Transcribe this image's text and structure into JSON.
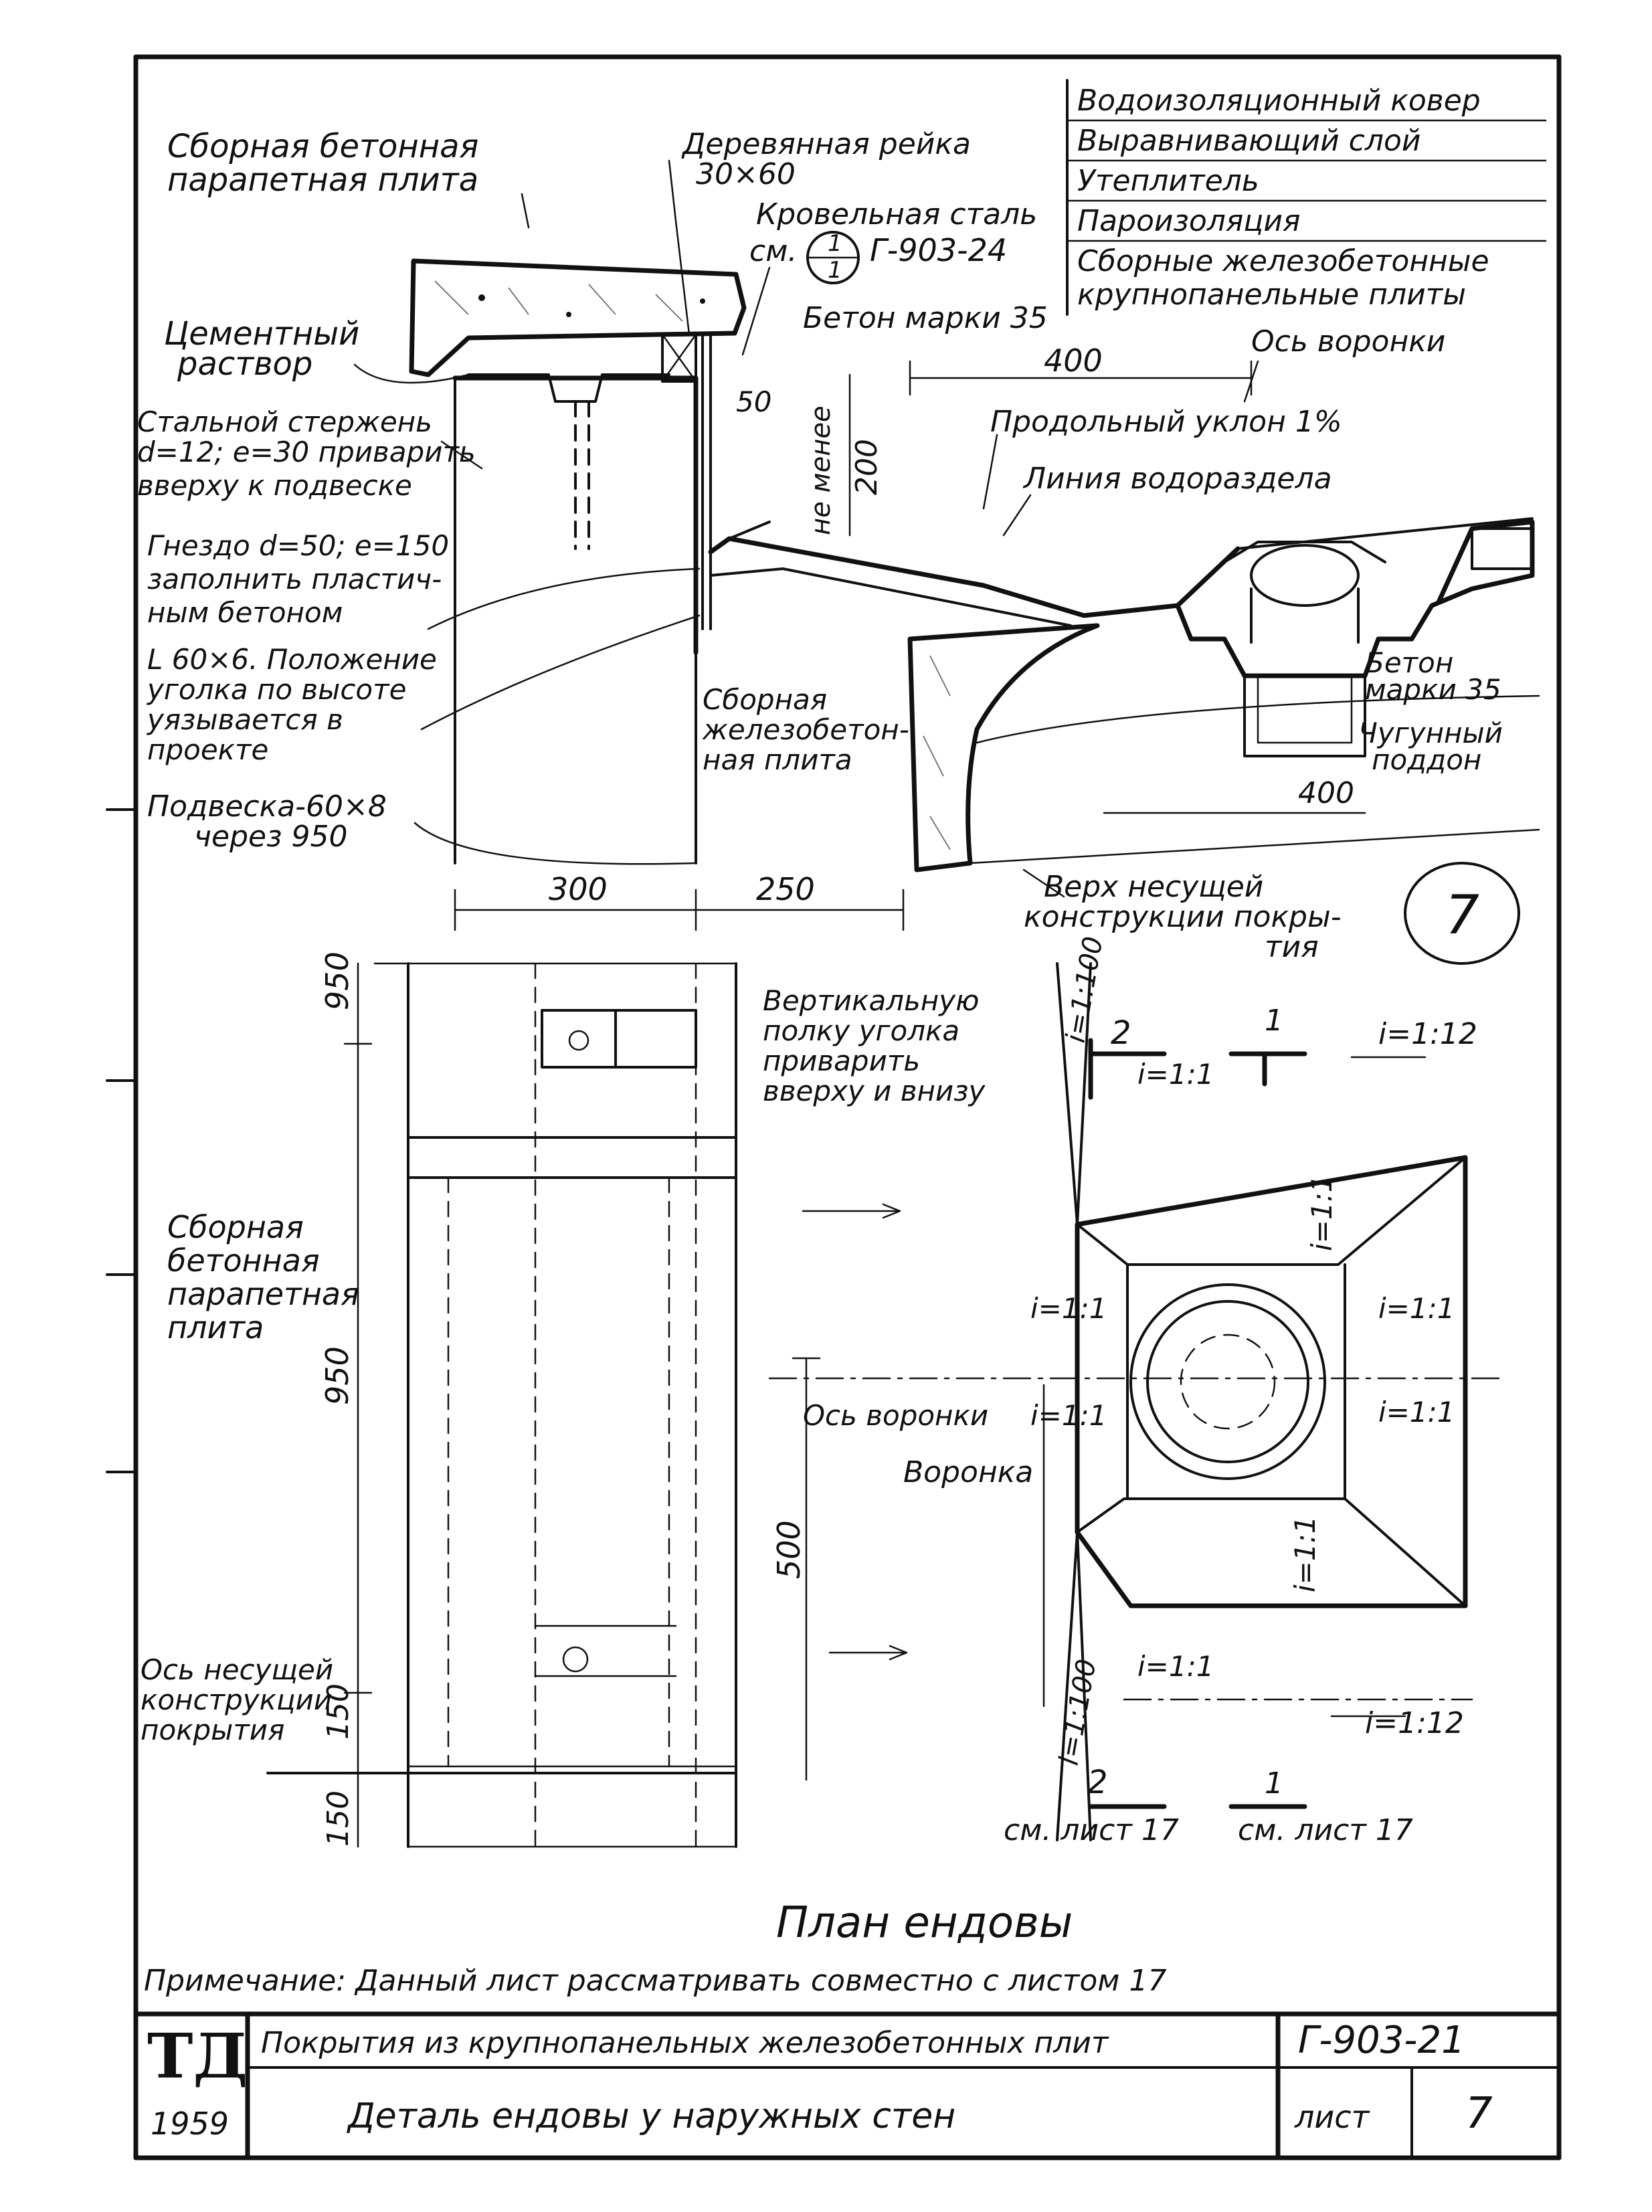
{
  "section": {
    "layers": [
      "Водоизоляционный ковер",
      "Выравнивающий слой",
      "Утеплитель",
      "Пароизоляция",
      "Сборные железобетонные",
      "крупнопанельные плиты"
    ],
    "parapet_label_1": "Сборная бетонная",
    "parapet_label_2": "парапетная плита",
    "rail_label_1": "Деревянная рейка",
    "rail_label_2": "30×60",
    "roof_steel_label": "Кровельная сталь",
    "roof_steel_ref": "Г-903-24",
    "roof_steel_see": "см.",
    "callout_top": "1",
    "callout_bottom": "1",
    "concrete_grade": "Бетон марки 35",
    "cement_1": "Цементный",
    "cement_2": "раствор",
    "dim_400": "400",
    "funnel_axis": "Ось воронки",
    "dim_50": "50",
    "not_less": "не менее",
    "dim_200": "200",
    "steel_rod_1": "Стальной стержень",
    "steel_rod_2": "d=12; e=30 приварить",
    "steel_rod_3": "вверху к подвеске",
    "slope_long": "Продольный уклон 1%",
    "watershed": "Линия водораздела",
    "socket_1": "Гнездо d=50; e=150",
    "socket_2": "заполнить пластич-",
    "socket_3": "ным бетоном",
    "angle_1": "L 60×6. Положение",
    "angle_2": "уголка по высоте",
    "angle_3": "уязывается в",
    "angle_4": "проекте",
    "rc_plate_1": "Сборная",
    "rc_plate_2": "железобетон-",
    "rc_plate_3": "ная плита",
    "concrete_grade_2a": "Бетон",
    "concrete_grade_2b": "марки 35",
    "cast_iron_1": "Чугунный",
    "cast_iron_2": "поддон",
    "dim_400b": "400",
    "hanger_1": "Подвеска-60×8",
    "hanger_2": "через 950",
    "dim_300": "300",
    "dim_250": "250",
    "top_structure_1": "Верх несущей",
    "top_structure_2": "конструкции покры-",
    "top_structure_3": "тия",
    "sheet_circle": "7"
  },
  "plan": {
    "dim_950a": "950",
    "vertical_flange_1": "Вертикальную",
    "vertical_flange_2": "полку уголка",
    "vertical_flange_3": "приварить",
    "vertical_flange_4": "вверху и внизу",
    "slope_1_100_top": "i=1:100",
    "marker_2_top": "2",
    "marker_1_top": "1",
    "slope_1_12_top": "i=1:12",
    "slope_1_1_a": "i=1:1",
    "slope_1_1_b": "i=1:1",
    "parapet_plan_1": "Сборная",
    "parapet_plan_2": "бетонная",
    "parapet_plan_3": "парапетная",
    "parapet_plan_4": "плита",
    "dim_950b": "950",
    "slope_1_1_c": "i=1:1",
    "slope_1_1_d": "i=1:1",
    "funnel_axis": "Ось воронки",
    "slope_1_1_e": "i=1:1",
    "slope_1_1_f": "i=1:1",
    "funnel": "Воронка",
    "dim_500": "500",
    "slope_1_1_g": "i=1:1",
    "axis_structure_1": "Ось несущей",
    "axis_structure_2": "конструкции",
    "axis_structure_3": "покрытия",
    "dim_150a": "150",
    "slope_1_1_h": "i=1:1",
    "slope_1_100_bottom": "i=1:100",
    "slope_1_12_bottom": "i=1:12",
    "marker_2_bottom": "2",
    "marker_1_bottom": "1",
    "dim_150b": "150",
    "see_sheet_a": "см. лист 17",
    "see_sheet_b": "см. лист 17",
    "title": "План ендовы"
  },
  "note": "Примечание: Данный лист рассматривать совместно с листом 17",
  "title_block": {
    "logo": "ТД",
    "year": "1959",
    "series_title": "Покрытия из крупнопанельных железобетонных плит",
    "code": "Г-903-21",
    "sheet_title": "Деталь ендовы у наружных стен",
    "sheet_label": "лист",
    "sheet_number": "7"
  }
}
